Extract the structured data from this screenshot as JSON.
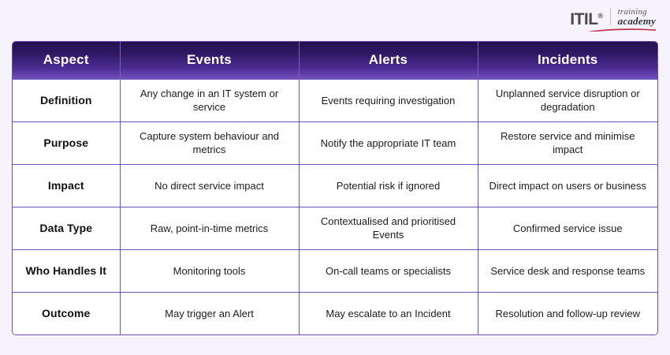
{
  "brand": {
    "name": "ITIL",
    "registered": "®",
    "sub_line1": "training",
    "sub_line2": "academy",
    "swoosh_color": "#c0354f",
    "text_color": "#4a4a4a"
  },
  "theme": {
    "page_background": "#f6f3fd",
    "header_gradient_top": "#231150",
    "header_gradient_bottom": "#7350bb",
    "border_color": "#7152bd",
    "cell_background": "#ffffff",
    "header_text": "#ffffff",
    "body_text": "#1c1c1c"
  },
  "table": {
    "headers": [
      "Aspect",
      "Events",
      "Alerts",
      "Incidents"
    ],
    "rows": [
      {
        "aspect": "Definition",
        "events": "Any change in an IT system or service",
        "alerts": "Events requiring investigation",
        "incidents": "Unplanned service disruption or degradation"
      },
      {
        "aspect": "Purpose",
        "events": "Capture system behaviour and metrics",
        "alerts": "Notify the appropriate IT team",
        "incidents": "Restore service and minimise impact"
      },
      {
        "aspect": "Impact",
        "events": "No direct service impact",
        "alerts": "Potential risk if ignored",
        "incidents": "Direct impact on users or business"
      },
      {
        "aspect": "Data Type",
        "events": "Raw, point-in-time metrics",
        "alerts": "Contextualised and prioritised Events",
        "incidents": "Confirmed service issue"
      },
      {
        "aspect": "Who Handles It",
        "events": "Monitoring tools",
        "alerts": "On-call teams or specialists",
        "incidents": "Service desk and response teams"
      },
      {
        "aspect": "Outcome",
        "events": "May trigger an Alert",
        "alerts": "May escalate to an Incident",
        "incidents": "Resolution and follow-up review"
      }
    ]
  }
}
